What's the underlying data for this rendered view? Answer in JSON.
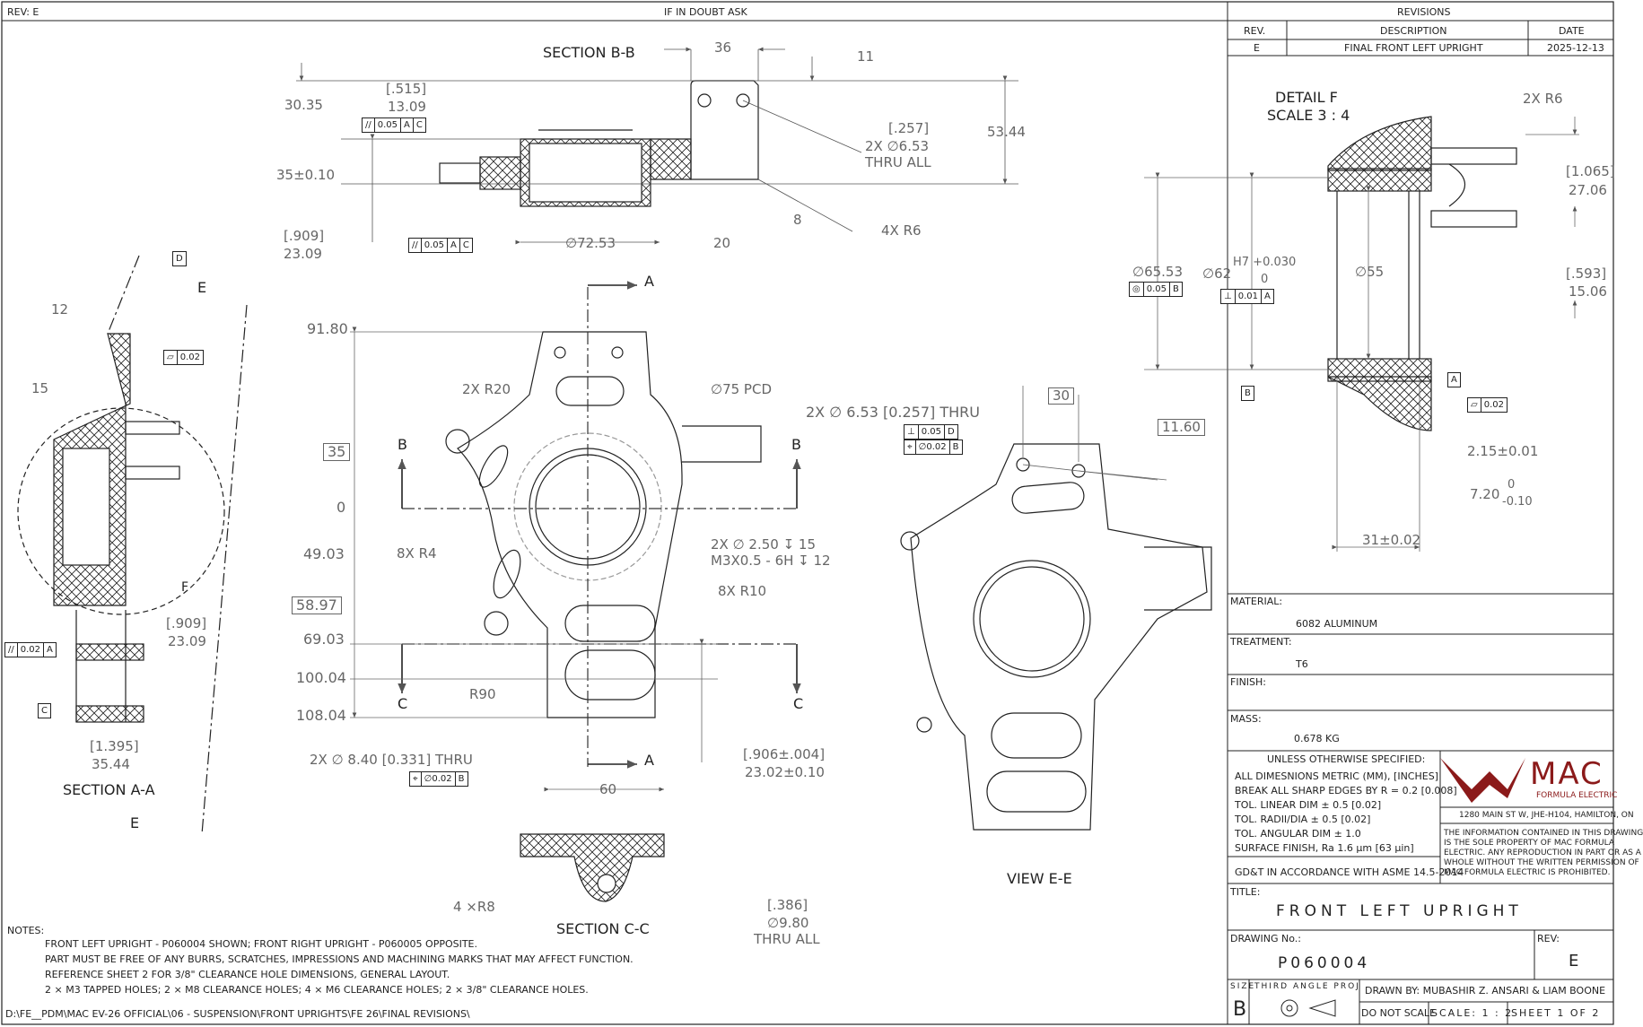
{
  "header": {
    "rev_label": "REV: E",
    "center_note": "IF IN DOUBT ASK"
  },
  "revisions": {
    "title": "REVISIONS",
    "col_rev": "REV.",
    "col_desc": "DESCRIPTION",
    "col_date": "DATE",
    "row": {
      "rev": "E",
      "desc": "FINAL FRONT LEFT UPRIGHT",
      "date": "2025-12-13"
    }
  },
  "section_bb": {
    "title": "SECTION B-B",
    "d36": "36",
    "d11": "11",
    "d3035": "30.35",
    "d515": "[.515]",
    "d1309": "13.09",
    "d35": "35±0.10",
    "d909": "[.909]",
    "d2309": "23.09",
    "d5344": "53.44",
    "d257": "[.257]",
    "hole": "2X ∅6.53",
    "thru": "THRU ALL",
    "r6": "4X R6",
    "d8": "8",
    "d20": "20",
    "d7253": "∅72.53",
    "fcf_parallel": [
      "//",
      "0.05",
      "A",
      "C"
    ]
  },
  "main_view": {
    "y9180": "91.80",
    "y35": "35",
    "y0": "0",
    "y4903": "49.03",
    "y5897": "58.97",
    "y6903": "69.03",
    "y10004": "100.04",
    "y10804": "108.04",
    "r20": "2X R20",
    "pcd": "∅75 PCD",
    "r4": "8X R4",
    "r10": "8X R10",
    "tapped1": "2X ∅ 2.50 ↧ 15",
    "tapped2": "M3X0.5 - 6H ↧ 12",
    "r90": "R90",
    "hole84": "2X ∅ 8.40 [0.331] THRU",
    "fcf_pos": [
      "⌖",
      "∅0.02",
      "B"
    ],
    "d906": "[.906±.004]",
    "d2302": "23.02±0.10",
    "d60": "60",
    "lblA": "A",
    "lblB": "B",
    "lblC": "C"
  },
  "section_aa": {
    "title": "SECTION A-A",
    "d12": "12",
    "d15": "15",
    "flat": "0.02",
    "d909": "[.909]",
    "d2309": "23.09",
    "d1395": "[1.395]",
    "d3544": "35.44",
    "fcf_par": [
      "//",
      "0.02",
      "A"
    ],
    "lblC": "C",
    "lblD": "D",
    "lblE": "E",
    "lblF": "F"
  },
  "view_ee": {
    "title": "VIEW E-E",
    "hole": "2X ∅ 6.53 [0.257] THRU",
    "d30": "30",
    "d1160": "11.60",
    "fcf_perp": [
      "⊥",
      "0.05",
      "D"
    ],
    "fcf_pos": [
      "⌖",
      "∅0.02",
      "B"
    ]
  },
  "section_cc": {
    "title": "SECTION C-C",
    "r8": "4 ×R8",
    "d386": "[.386]",
    "d980": "∅9.80",
    "thru": "THRU ALL"
  },
  "detail_f": {
    "title": "DETAIL F",
    "scale": "SCALE 3 : 4",
    "r6": "2X R6",
    "d1065": "[1.065]",
    "d2706": "27.06",
    "d593": "[.593]",
    "d1506": "15.06",
    "d6553": "∅65.53",
    "d62": "∅62",
    "tol_up": "H7 +0.030",
    "tol_low": "0",
    "d55": "∅55",
    "d215": "2.15±0.01",
    "d720": "7.20",
    "tol720a": "0",
    "tol720b": "-0.10",
    "d31": "31±0.02",
    "fcf_conc": [
      "◎",
      "0.05",
      "B"
    ],
    "fcf_perp": [
      "⊥",
      "0.01",
      "A"
    ],
    "fcf_flat": [
      "▱",
      "0.02"
    ],
    "lblA": "A",
    "lblB": "B"
  },
  "notes": {
    "title": "NOTES:",
    "lines": [
      "FRONT LEFT UPRIGHT - P060004 SHOWN; FRONT RIGHT UPRIGHT - P060005 OPPOSITE.",
      "PART MUST BE FREE OF ANY BURRS, SCRATCHES, IMPRESSIONS AND MACHINING MARKS THAT MAY AFFECT FUNCTION.",
      "REFERENCE SHEET 2 FOR 3/8\" CLEARANCE HOLE DIMENSIONS, GENERAL LAYOUT.",
      "2 × M3 TAPPED HOLES; 2 × M8 CLEARANCE HOLES; 4 × M6 CLEARANCE HOLES; 2 × 3/8\" CLEARANCE HOLES."
    ],
    "path": "D:\\FE__PDM\\MAC EV-26 OFFICIAL\\06 - SUSPENSION\\FRONT UPRIGHTS\\FE 26\\FINAL REVISIONS\\"
  },
  "title_block": {
    "material_label": "MATERIAL:",
    "material": "6082 ALUMINUM",
    "treatment_label": "TREATMENT:",
    "treatment": "T6",
    "finish_label": "FINISH:",
    "mass_label": "MASS:",
    "mass": "0.678 KG",
    "spec_title": "UNLESS OTHERWISE SPECIFIED:",
    "spec_lines": [
      "ALL DIMESNIONS METRIC (MM), [INCHES]",
      "BREAK ALL SHARP EDGES BY R = 0.2 [0.008]",
      "TOL. LINEAR DIM ± 0.5 [0.02]",
      "TOL. RADII/DIA ± 0.5 [0.02]",
      "TOL. ANGULAR DIM ± 1.0",
      "SURFACE FINISH, Ra 1.6 μm [63 μin]"
    ],
    "gdt": "GD&T IN ACCORDANCE WITH ASME 14.5-2014",
    "logo_text": "MAC",
    "logo_sub": "FORMULA ELECTRIC",
    "address": "1280 MAIN ST W, JHE-H104, HAMILTON, ON",
    "proprietary": [
      "THE INFORMATION CONTAINED IN THIS DRAWING",
      "IS THE SOLE PROPERTY OF MAC FORMULA",
      "ELECTRIC. ANY REPRODUCTION IN PART OR AS A",
      "WHOLE WITHOUT THE WRITTEN PERMISSION OF",
      "MAC FORMULA ELECTRIC IS PROHIBITED."
    ],
    "title_label": "TITLE:",
    "title": "FRONT LEFT UPRIGHT",
    "dwg_label": "DRAWING No.:",
    "dwg": "P060004",
    "rev_label": "REV:",
    "rev": "E",
    "size_label": "SIZE",
    "size": "B",
    "proj_label": "THIRD ANGLE PROJ",
    "drawn_by": "DRAWN BY: MUBASHIR Z. ANSARI & LIAM BOONE",
    "do_not_scale": "DO NOT SCALE",
    "scale": "SCALE: 1 : 2",
    "sheet": "SHEET 1 OF 2"
  },
  "colors": {
    "logo_red": "#8b1a1a",
    "line": "#222222",
    "dim": "#666666"
  }
}
